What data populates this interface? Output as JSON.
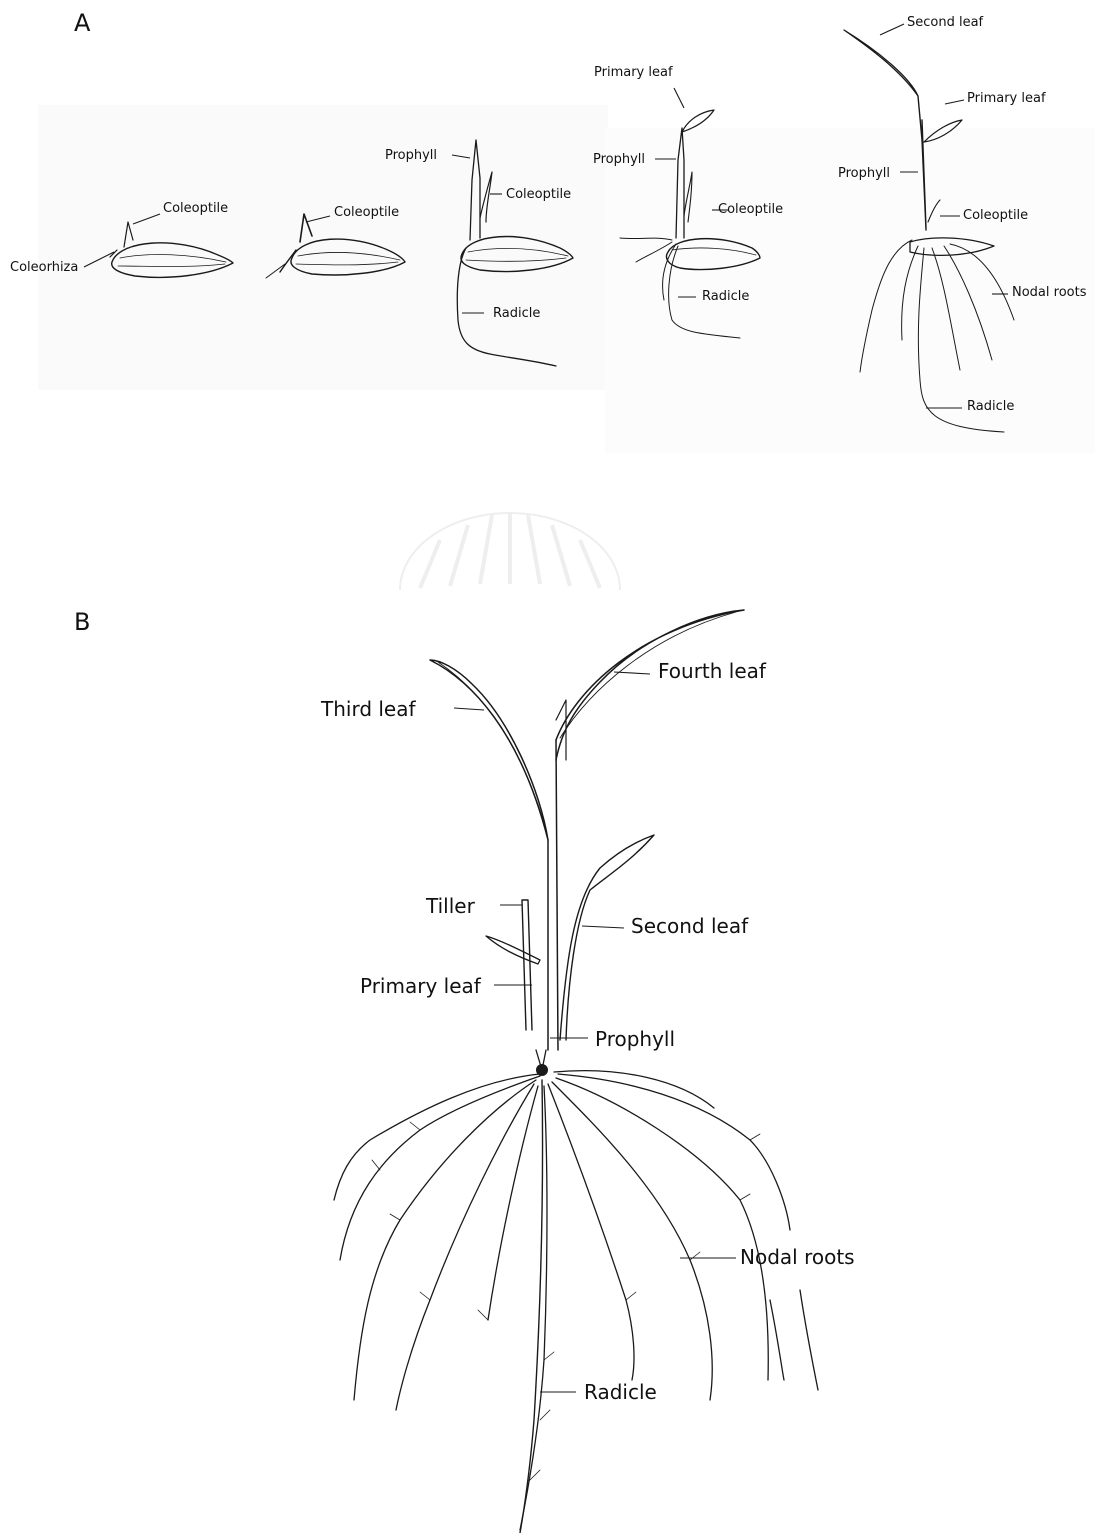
{
  "panels": {
    "a": {
      "letter": "A",
      "stage1": {
        "coleoptile": "Coleoptile",
        "coleorhiza": "Coleorhiza"
      },
      "stage2": {
        "coleoptile": "Coleoptile"
      },
      "stage3": {
        "prophyll": "Prophyll",
        "coleoptile": "Coleoptile",
        "radicle": "Radicle"
      },
      "stage4": {
        "primary_leaf": "Primary leaf",
        "prophyll": "Prophyll",
        "coleoptile": "Coleoptile",
        "radicle": "Radicle"
      },
      "stage5": {
        "second_leaf": "Second leaf",
        "primary_leaf": "Primary leaf",
        "prophyll": "Prophyll",
        "coleoptile": "Coleoptile",
        "nodal_roots": "Nodal roots",
        "radicle": "Radicle"
      }
    },
    "b": {
      "letter": "B",
      "fourth_leaf": "Fourth leaf",
      "third_leaf": "Third leaf",
      "tiller": "Tiller",
      "second_leaf": "Second leaf",
      "primary_leaf": "Primary leaf",
      "prophyll": "Prophyll",
      "nodal_roots": "Nodal roots",
      "radicle": "Radicle"
    }
  }
}
